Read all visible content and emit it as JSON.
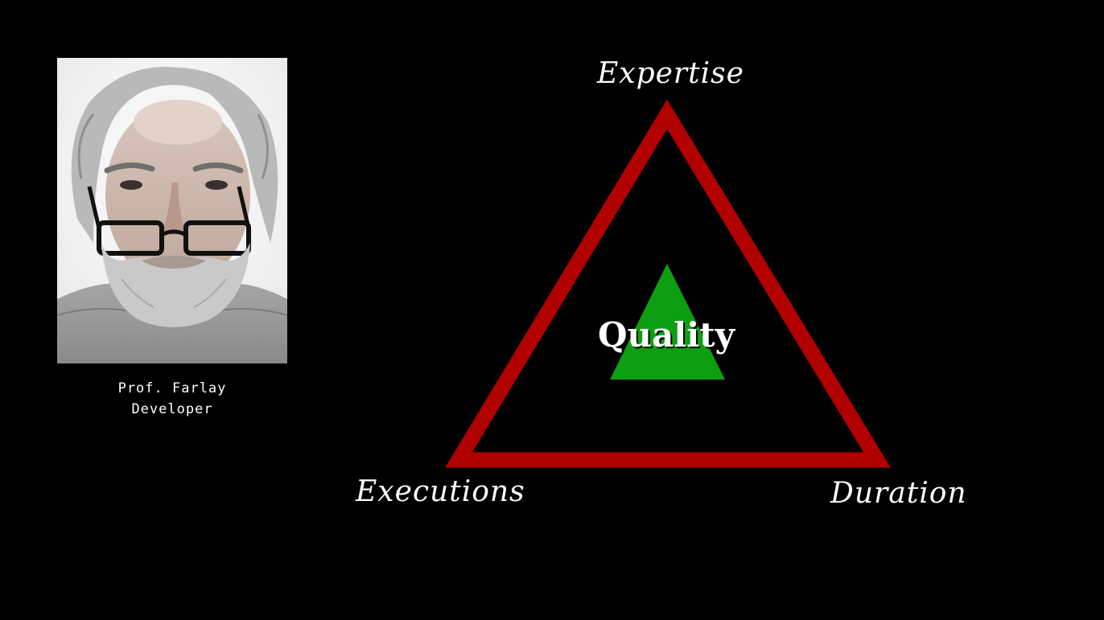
{
  "person": {
    "name": "Prof. Farlay",
    "role": "Developer"
  },
  "diagram": {
    "top_label": "Expertise",
    "left_label": "Executions",
    "right_label": "Duration",
    "center_label": "Quality"
  },
  "colors": {
    "background": "#000000",
    "outer_triangle": "#b00000",
    "inner_triangle": "#0e9e12",
    "text": "#ffffff"
  }
}
